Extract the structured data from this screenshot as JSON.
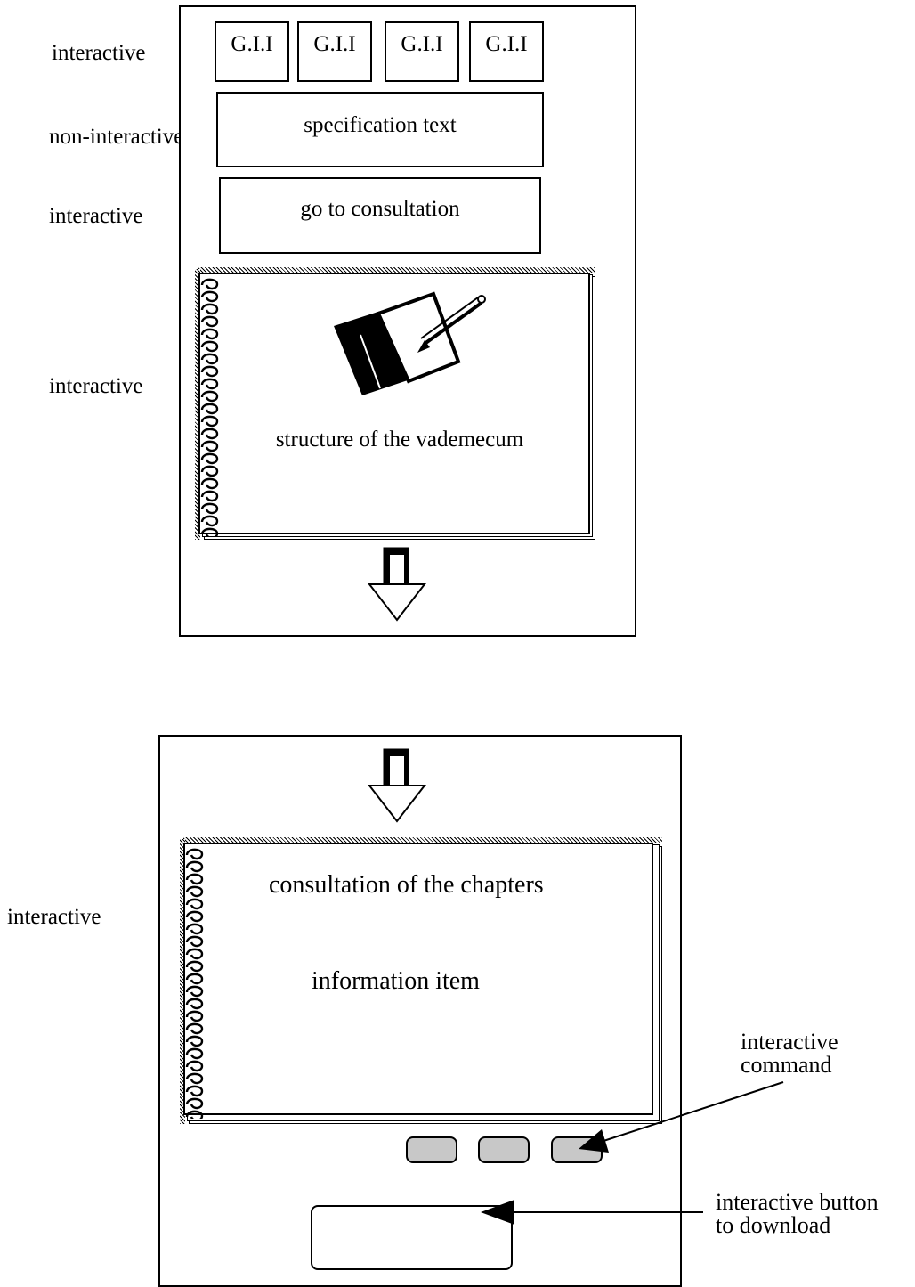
{
  "labels": {
    "left_1": "interactive",
    "left_2": "non-interactive",
    "left_3": "interactive",
    "left_4": "interactive",
    "left_5": "interactive",
    "right_1_line1": "interactive",
    "right_1_line2": "command",
    "right_2_line1": "interactive button",
    "right_2_line2": "to download"
  },
  "top_panel": {
    "gii_buttons": [
      "G.I.I",
      "G.I.I",
      "G.I.I",
      "G.I.I"
    ],
    "specification": "specification text",
    "consultation_button": "go to consultation",
    "notebook_text": "structure of the vademecum"
  },
  "bottom_panel": {
    "notebook_title": "consultation of the chapters",
    "notebook_item": "information item",
    "command_buttons": 3
  },
  "icons": {
    "top_notebook_icon": "book-pencil-icon",
    "arrow": "down-arrow-icon"
  }
}
